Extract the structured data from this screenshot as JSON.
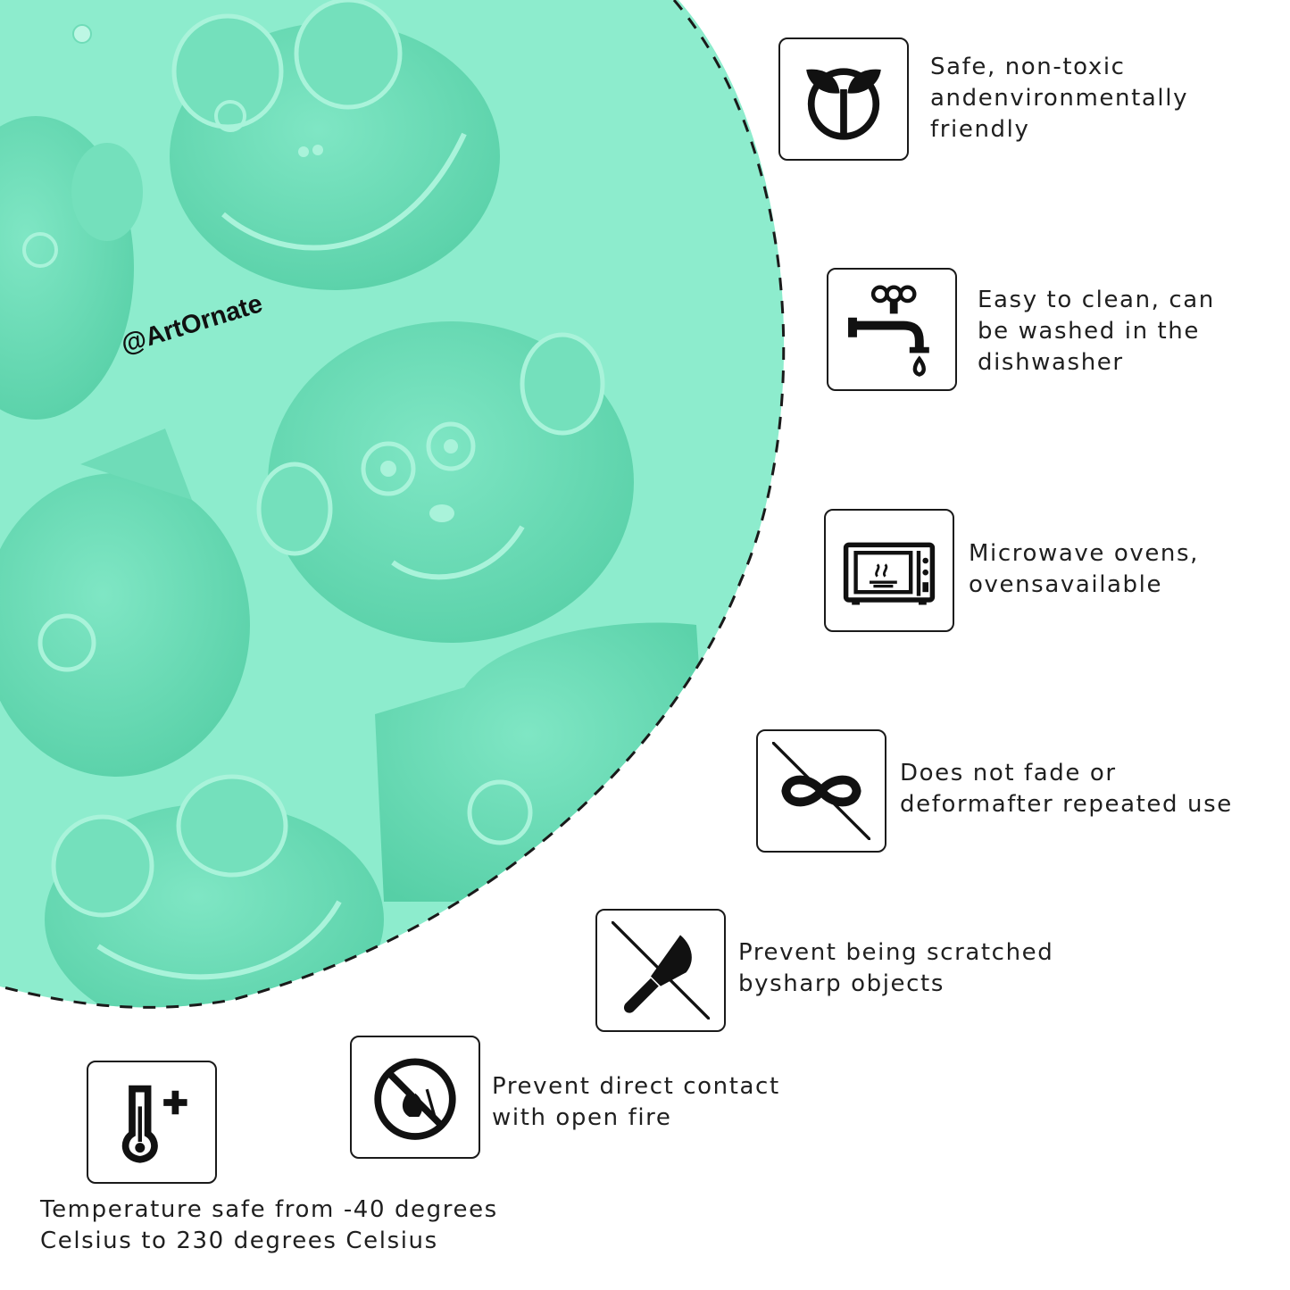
{
  "watermark": "@ArtOrnate",
  "colors": {
    "mold": "#8deccd",
    "mold_shadow": "#5fd3ad",
    "mold_light": "#b6f5e0",
    "ink": "#1a1a1a"
  },
  "features": [
    {
      "icon": "sprout-peace-icon",
      "lines": [
        "Safe, non-toxic",
        "andenvironmentally",
        "friendly"
      ]
    },
    {
      "icon": "faucet-icon",
      "lines": [
        "Easy to clean, can",
        "be washed in the",
        "dishwasher"
      ]
    },
    {
      "icon": "microwave-icon",
      "lines": [
        "Microwave ovens,",
        "ovensavailable"
      ]
    },
    {
      "icon": "no-deform-infinity-icon",
      "lines": [
        "Does not fade or",
        "deformafter repeated use"
      ]
    },
    {
      "icon": "no-knife-icon",
      "lines": [
        "Prevent being scratched",
        "bysharp objects"
      ]
    },
    {
      "icon": "no-fire-icon",
      "lines": [
        "Prevent direct contact",
        "with open fire"
      ]
    },
    {
      "icon": "thermometer-plus-icon",
      "lines": [
        "Temperature safe from -40 degrees",
        "Celsius to 230 degrees Celsius"
      ]
    }
  ]
}
